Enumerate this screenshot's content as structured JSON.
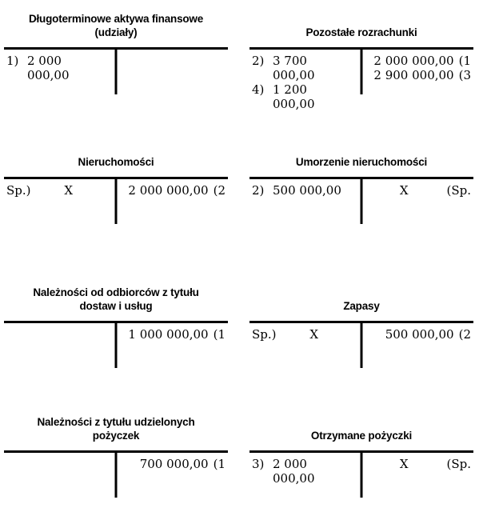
{
  "accounts": [
    {
      "title": [
        "Długoterminowe aktywa finansowe",
        "(udziały)"
      ],
      "debit": [
        {
          "ref": "1)",
          "val": "2 000 000,00"
        }
      ],
      "credit": []
    },
    {
      "title": [
        "Pozostałe rozrachunki"
      ],
      "debit": [
        {
          "ref": "2)",
          "val": "3 700 000,00"
        },
        {
          "ref": "4)",
          "val": "1 200 000,00"
        }
      ],
      "credit": [
        {
          "val": "2 000 000,00",
          "ref": "(1"
        },
        {
          "val": "2 900 000,00",
          "ref": "(3"
        }
      ]
    },
    {
      "title": [
        "Nieruchomości"
      ],
      "debit": [
        {
          "ref": "Sp.)",
          "val": "X"
        }
      ],
      "credit": [
        {
          "val": "2 000 000,00",
          "ref": "(2"
        }
      ]
    },
    {
      "title": [
        "Umorzenie nieruchomości"
      ],
      "debit": [
        {
          "ref": "2)",
          "val": "500 000,00"
        }
      ],
      "credit": [
        {
          "val": "X",
          "ref": "(Sp."
        }
      ]
    },
    {
      "title": [
        "Należności od odbiorców z tytułu",
        "dostaw i usług"
      ],
      "debit": [],
      "credit": [
        {
          "val": "1 000 000,00",
          "ref": "(1"
        }
      ]
    },
    {
      "title": [
        "Zapasy"
      ],
      "debit": [
        {
          "ref": "Sp.)",
          "val": "X"
        }
      ],
      "credit": [
        {
          "val": "500 000,00",
          "ref": "(2"
        }
      ]
    },
    {
      "title": [
        "Należności z tytułu udzielonych",
        "pożyczek"
      ],
      "debit": [],
      "credit": [
        {
          "val": "700 000,00",
          "ref": "(1"
        }
      ]
    },
    {
      "title": [
        "Otrzymane pożyczki"
      ],
      "debit": [
        {
          "ref": "3)",
          "val": "2 000 000,00"
        }
      ],
      "credit": [
        {
          "val": "X",
          "ref": "(Sp."
        }
      ]
    }
  ]
}
